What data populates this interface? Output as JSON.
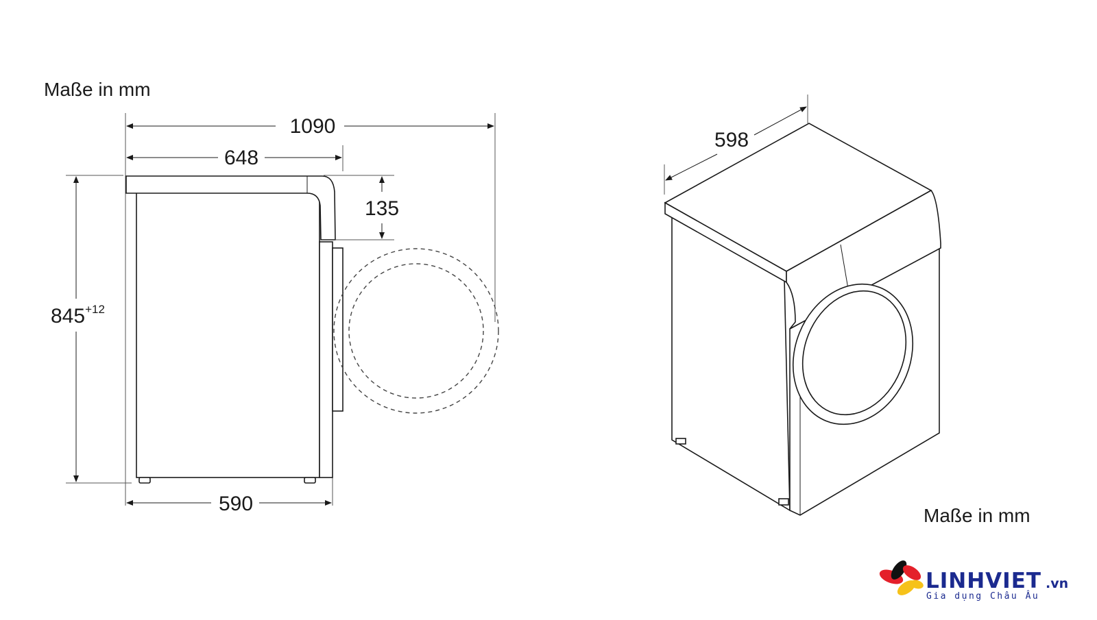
{
  "side_view": {
    "caption": "Maße in mm",
    "dims": {
      "total_depth": "1090",
      "depth_with_top": "648",
      "top_overhang": "135",
      "height": "845",
      "height_tolerance": "+12",
      "body_depth": "590"
    }
  },
  "iso_view": {
    "caption": "Maße in mm",
    "dims": {
      "width": "598"
    }
  },
  "logo": {
    "name": "LINHVIET",
    "suffix": ".vn",
    "tagline": "Gia dụng Châu Âu",
    "colors": {
      "red": "#e4202a",
      "black": "#111111",
      "yellow": "#f6c21a",
      "blue": "#1b2a8f"
    }
  }
}
